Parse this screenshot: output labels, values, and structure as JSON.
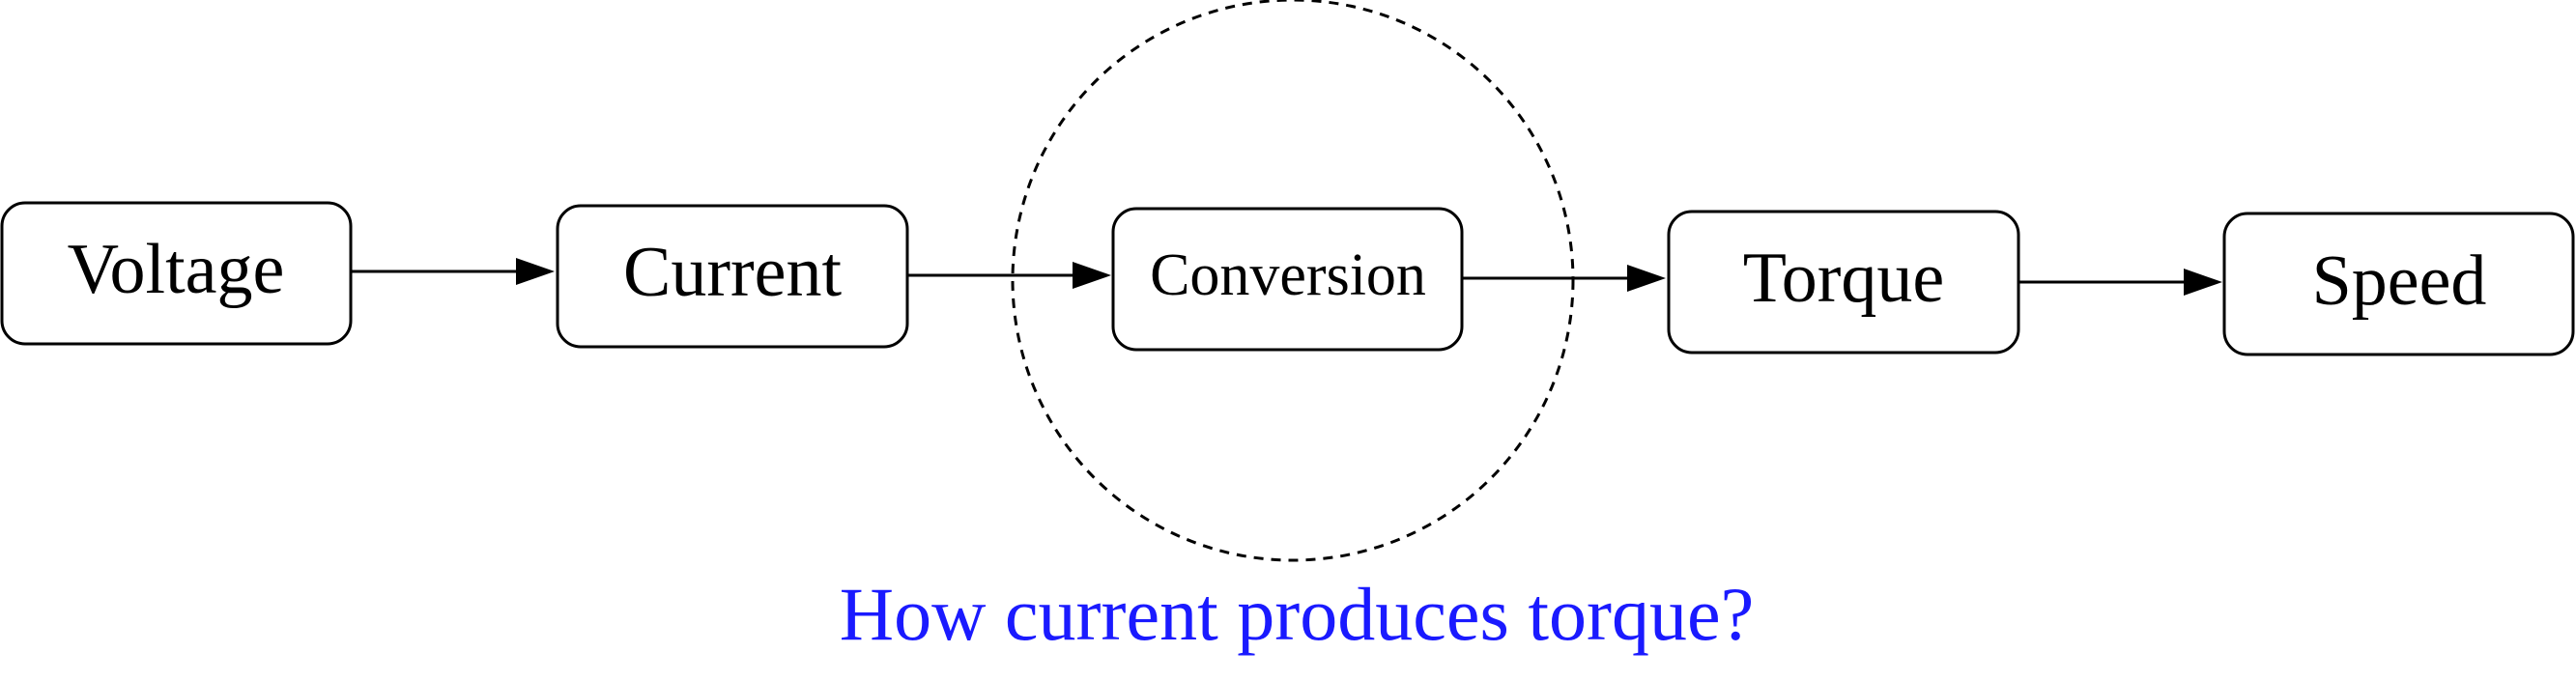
{
  "diagram": {
    "nodes": [
      {
        "id": "voltage",
        "label": "Voltage",
        "highlight": false
      },
      {
        "id": "current",
        "label": "Current",
        "highlight": false
      },
      {
        "id": "conversion",
        "label": "Conversion",
        "highlight": true
      },
      {
        "id": "torque",
        "label": "Torque",
        "highlight": false
      },
      {
        "id": "speed",
        "label": "Speed",
        "highlight": false
      }
    ],
    "edges": [
      {
        "from": "voltage",
        "to": "current"
      },
      {
        "from": "current",
        "to": "conversion"
      },
      {
        "from": "conversion",
        "to": "torque"
      },
      {
        "from": "torque",
        "to": "speed"
      }
    ],
    "question": "How current produces torque?",
    "colors": {
      "highlight": "#1a1aff",
      "stroke": "#000000"
    }
  }
}
